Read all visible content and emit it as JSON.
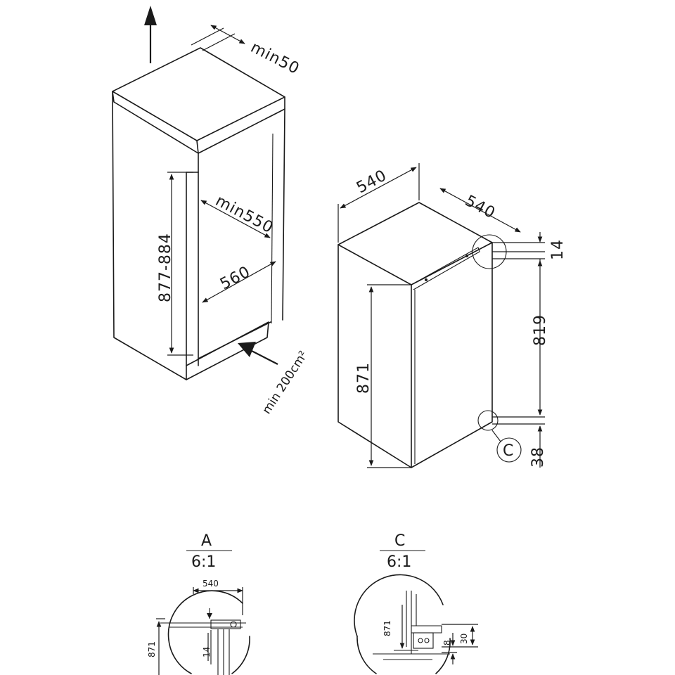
{
  "niche": {
    "top_clearance": "min50",
    "depth": "min550",
    "width": "560",
    "height": "877-884",
    "ventilation": "min 200cm²"
  },
  "appliance": {
    "width": "540",
    "depth": "540",
    "height": "871",
    "top_offset": "14",
    "hinge_span": "819",
    "bottom_offset": "38",
    "detail_marker": "C"
  },
  "detail_a": {
    "title": "A",
    "scale": "6:1",
    "width": "540",
    "height": "871",
    "gap": "14"
  },
  "detail_c": {
    "title": "C",
    "scale": "6:1",
    "height": "871",
    "offset_small": "8",
    "offset_large": "30"
  }
}
